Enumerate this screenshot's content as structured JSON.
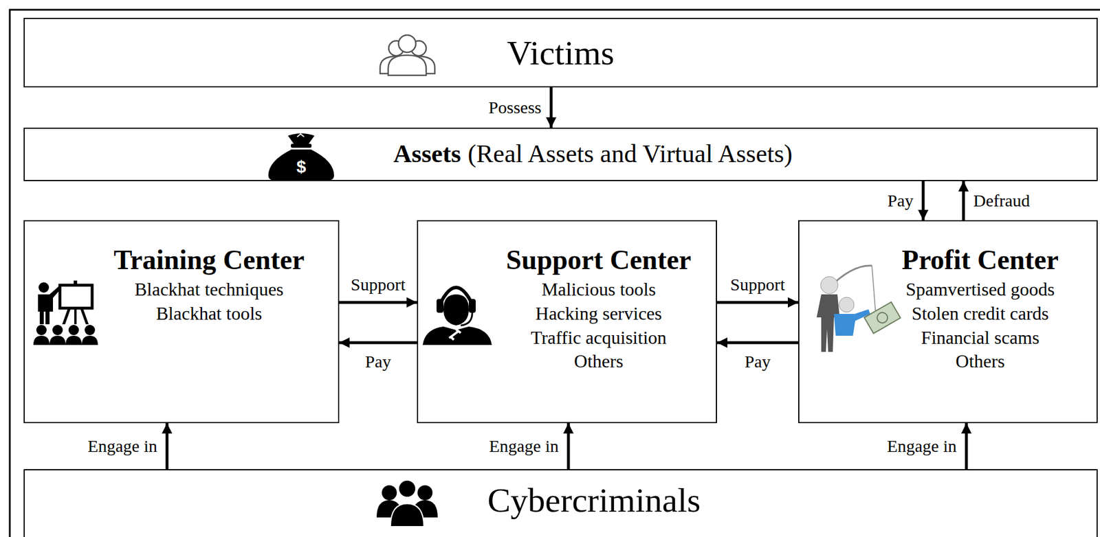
{
  "diagram": {
    "nodes": [
      {
        "text": [
          "Victims"
        ]
      },
      {
        "text": [
          "Assets",
          "(Real Assets and Virtual Assets)"
        ]
      },
      {
        "text": [
          "Training Center",
          "Blackhat techniques",
          "Blackhat tools"
        ]
      },
      {
        "text": [
          "Support Center",
          "Malicious tools",
          "Hacking services",
          "Traffic acquisition",
          "Others"
        ]
      },
      {
        "text": [
          "Profit Center",
          "Spamvertised goods",
          "Stolen credit cards",
          "Financial scams",
          "Others"
        ]
      },
      {
        "text": [
          "Cybercriminals"
        ]
      }
    ],
    "edges": [
      {
        "from": 0,
        "to": 1,
        "label": "Possess",
        "arrow": "to"
      },
      {
        "from": 1,
        "to": 4,
        "label": "Pay",
        "arrow": "to"
      },
      {
        "from": 4,
        "to": 1,
        "label": "Defraud",
        "arrow": "to"
      },
      {
        "from": 2,
        "to": 3,
        "label": "Support",
        "arrow": "to"
      },
      {
        "from": 3,
        "to": 2,
        "label": "Pay",
        "arrow": "to"
      },
      {
        "from": 3,
        "to": 4,
        "label": "Support",
        "arrow": "to"
      },
      {
        "from": 4,
        "to": 3,
        "label": "Pay",
        "arrow": "to"
      },
      {
        "from": 5,
        "to": 2,
        "label": "Engage in",
        "arrow": "to"
      },
      {
        "from": 5,
        "to": 3,
        "label": "Engage in",
        "arrow": "to"
      },
      {
        "from": 5,
        "to": 4,
        "label": "Engage in",
        "arrow": "to"
      }
    ],
    "labels": [
      "$"
    ]
  }
}
